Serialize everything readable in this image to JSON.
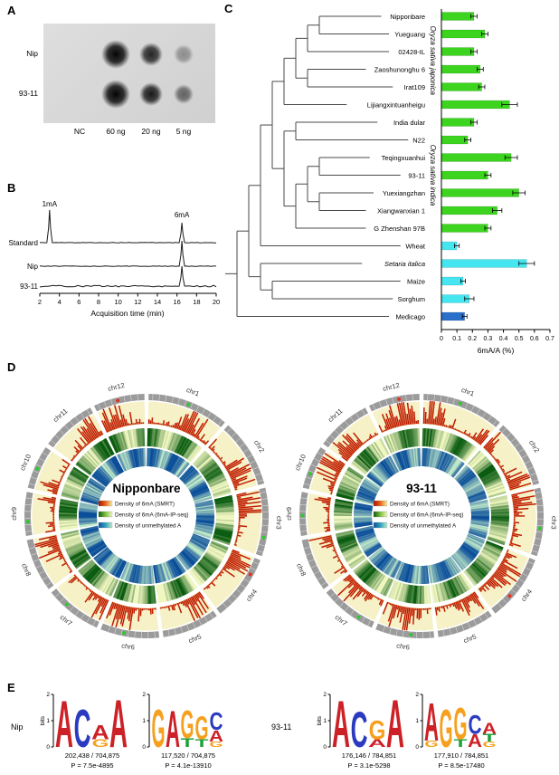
{
  "panel_a": {
    "label": "A",
    "row_labels": [
      "Nip",
      "93-11"
    ],
    "col_labels": [
      "NC",
      "60 ng",
      "20 ng",
      "5 ng"
    ],
    "dot_intensity": [
      [
        0,
        1.0,
        0.85,
        0.35
      ],
      [
        0,
        1.0,
        0.9,
        0.55
      ]
    ]
  },
  "panel_b": {
    "label": "B",
    "xlabel": "Acquisition time (min)",
    "x_ticks": [
      2,
      4,
      6,
      8,
      10,
      12,
      14,
      16,
      18,
      20
    ],
    "x_range": [
      2,
      20
    ],
    "peak_labels": [
      {
        "text": "1mA",
        "time": 3
      },
      {
        "text": "6mA",
        "time": 16.5
      }
    ],
    "traces": [
      {
        "name": "Standard",
        "peaks": [
          {
            "time": 3,
            "height": 36
          },
          {
            "time": 16.5,
            "height": 22
          }
        ]
      },
      {
        "name": "Nip",
        "peaks": [
          {
            "time": 16.5,
            "height": 28
          }
        ]
      },
      {
        "name": "93-11",
        "peaks": [
          {
            "time": 16.5,
            "height": 22
          }
        ]
      }
    ]
  },
  "panel_c": {
    "label": "C",
    "group_labels": [
      {
        "text": "Oryza sativa japonica",
        "rows": [
          0,
          5
        ]
      },
      {
        "text": "Oryza sativa indica",
        "rows": [
          6,
          12
        ]
      }
    ],
    "tree": [
      [
        [
          [
            [
              [
                [
                  [
                    0,
                    1
                  ],
                  2
                ],
                [
                  3,
                  4
                ]
              ],
              5
            ],
            [
              [
                6,
                7
              ],
              [
                [
                  [
                    8,
                    9
                  ],
                  [
                    10,
                    11
                  ]
                ],
                12
              ]
            ]
          ],
          13
        ],
        [
          14,
          [
            15,
            16
          ]
        ]
      ],
      17
    ],
    "italic_taxa": [
      "Setaria italica"
    ]
  },
  "chart_data": {
    "type": "bar",
    "orientation": "horizontal",
    "title": "",
    "xlabel": "6mA/A (%)",
    "xlim": [
      0,
      0.7
    ],
    "x_ticks": [
      0,
      0.1,
      0.2,
      0.3,
      0.4,
      0.5,
      0.6,
      0.7
    ],
    "categories": [
      "Nipponbare",
      "Yueguang",
      "02428-IL",
      "Zaoshunonghu 6",
      "Irat109",
      "Lijiangxintuanheigu",
      "India dular",
      "N22",
      "Teqingxuanhui",
      "93-11",
      "Yuexiangzhan",
      "Xiangwanxian 1",
      "G Zhenshan 97B",
      "Wheat",
      "Setaria italica",
      "Maize",
      "Sorghum",
      "Medicago"
    ],
    "values": [
      0.21,
      0.28,
      0.21,
      0.25,
      0.26,
      0.44,
      0.21,
      0.17,
      0.45,
      0.3,
      0.5,
      0.36,
      0.3,
      0.1,
      0.55,
      0.14,
      0.18,
      0.15
    ],
    "errors": [
      0.02,
      0.02,
      0.02,
      0.02,
      0.02,
      0.05,
      0.02,
      0.02,
      0.04,
      0.02,
      0.04,
      0.03,
      0.02,
      0.015,
      0.05,
      0.015,
      0.03,
      0.015
    ],
    "colors": [
      "#3cd41f",
      "#3cd41f",
      "#3cd41f",
      "#3cd41f",
      "#3cd41f",
      "#3cd41f",
      "#3cd41f",
      "#3cd41f",
      "#3cd41f",
      "#3cd41f",
      "#3cd41f",
      "#3cd41f",
      "#3cd41f",
      "#45e6f0",
      "#45e6f0",
      "#45e6f0",
      "#45e6f0",
      "#2a6fc9"
    ],
    "legend_position": "none",
    "grid": false
  },
  "panel_d": {
    "label": "D",
    "plots": [
      {
        "title": "Nipponbare",
        "seed": 11
      },
      {
        "title": "93-11",
        "seed": 77
      }
    ],
    "chromosomes": [
      "chr1",
      "chr2",
      "chr3",
      "chr4",
      "chr5",
      "chr6",
      "chr7",
      "chr8",
      "chr9",
      "chr10",
      "chr11",
      "chr12"
    ],
    "legend": [
      {
        "label": "Density of 6mA (SMRT)",
        "stops": [
          "#a50f01",
          "#e8641a",
          "#f5ef9e"
        ]
      },
      {
        "label": "Density of 6mA (6mA-IP-seq)",
        "stops": [
          "#0a5c10",
          "#7fbf3f",
          "#f0f6c0"
        ]
      },
      {
        "label": "Density of unmethylated A",
        "stops": [
          "#0a4e9a",
          "#2f9fbf",
          "#bfe8c8"
        ]
      }
    ]
  },
  "panel_e": {
    "label": "E",
    "ylabel": "bits",
    "y_ticks": [
      2,
      1,
      0
    ],
    "letter_colors": {
      "A": "#cc2127",
      "C": "#2b3bbf",
      "G": "#f5a01e",
      "T": "#1fa03c"
    },
    "groups": [
      {
        "name": "Nip",
        "logos": [
          {
            "stacks": [
              [
                {
                  "l": "A",
                  "h": 1.85
                }
              ],
              [
                {
                  "l": "C",
                  "h": 1.5
                }
              ],
              [
                {
                  "l": "A",
                  "h": 0.55
                },
                {
                  "l": "G",
                  "h": 0.3
                }
              ],
              [
                {
                  "l": "A",
                  "h": 1.9
                }
              ]
            ],
            "count": "202,438 / 704,875",
            "p": "P = 7.5e-4895"
          },
          {
            "stacks": [
              [
                {
                  "l": "G",
                  "h": 1.5
                }
              ],
              [
                {
                  "l": "A",
                  "h": 1.45
                }
              ],
              [
                {
                  "l": "G",
                  "h": 1.1
                },
                {
                  "l": "T",
                  "h": 0.35
                }
              ],
              [
                {
                  "l": "G",
                  "h": 0.9
                },
                {
                  "l": "T",
                  "h": 0.3
                }
              ],
              [
                {
                  "l": "C",
                  "h": 0.7
                },
                {
                  "l": "A",
                  "h": 0.45
                },
                {
                  "l": "G",
                  "h": 0.2
                }
              ]
            ],
            "count": "117,520 / 704,875",
            "p": "P = 4.1e-13910"
          }
        ]
      },
      {
        "name": "93-11",
        "logos": [
          {
            "stacks": [
              [
                {
                  "l": "A",
                  "h": 1.85
                }
              ],
              [
                {
                  "l": "C",
                  "h": 1.4
                }
              ],
              [
                {
                  "l": "G",
                  "h": 0.75
                },
                {
                  "l": "A",
                  "h": 0.3
                }
              ],
              [
                {
                  "l": "A",
                  "h": 1.9
                }
              ]
            ],
            "count": "176,146 / 784,851",
            "p": "P = 3.1e-5298"
          },
          {
            "stacks": [
              [
                {
                  "l": "A",
                  "h": 1.5
                },
                {
                  "l": "G",
                  "h": 0.25
                }
              ],
              [
                {
                  "l": "G",
                  "h": 1.5
                }
              ],
              [
                {
                  "l": "G",
                  "h": 1.25
                },
                {
                  "l": "T",
                  "h": 0.3
                }
              ],
              [
                {
                  "l": "C",
                  "h": 0.75
                },
                {
                  "l": "A",
                  "h": 0.5
                }
              ],
              [
                {
                  "l": "A",
                  "h": 0.45
                },
                {
                  "l": "T",
                  "h": 0.3
                },
                {
                  "l": "G",
                  "h": 0.2
                }
              ]
            ],
            "count": "177,910 / 784,851",
            "p": "P = 8.5e-17480"
          }
        ]
      }
    ]
  }
}
